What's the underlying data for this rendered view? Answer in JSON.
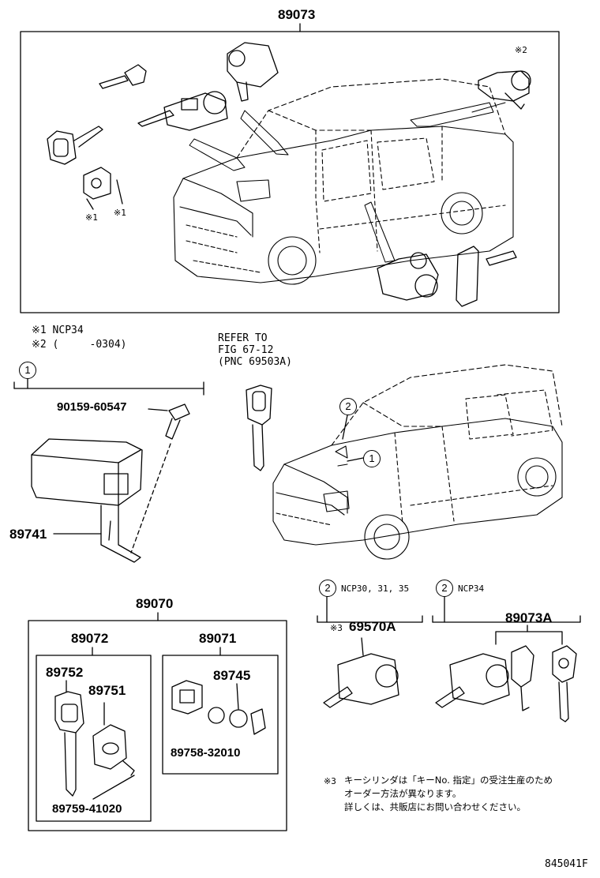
{
  "top_assembly": {
    "part_no": "89073"
  },
  "notes": {
    "n1_mark": "※1",
    "n2_mark": "※2",
    "n1": "※1 NCP34",
    "n2": "※2 (     -0304)"
  },
  "refer": {
    "line1": "REFER TO",
    "line2": "FIG 67-12",
    "line3": "(PNC 69503A)"
  },
  "callouts": {
    "c1": "1",
    "c2": "2"
  },
  "group1": {
    "bolt": "90159-60547",
    "ecu": "89741"
  },
  "group2_left": {
    "label": "NCP30, 31, 35",
    "marker": "※3",
    "part": "69570A"
  },
  "group2_right": {
    "label": "NCP34",
    "part": "89073A"
  },
  "kit": {
    "main": "89070",
    "left_sub": "89072",
    "right_sub": "89071",
    "key_blank": "89752",
    "transmitter": "89751",
    "screw": "89759-41020",
    "case": "89745",
    "battery": "89758-32010"
  },
  "japanese_note": {
    "marker": "※3",
    "line1": "キーシリンダは「キーNo. 指定」の受注生産のため",
    "line2": "オーダー方法が異なります。",
    "line3": "詳しくは、共販店にお問い合わせください。"
  },
  "figure_id": "845041F"
}
